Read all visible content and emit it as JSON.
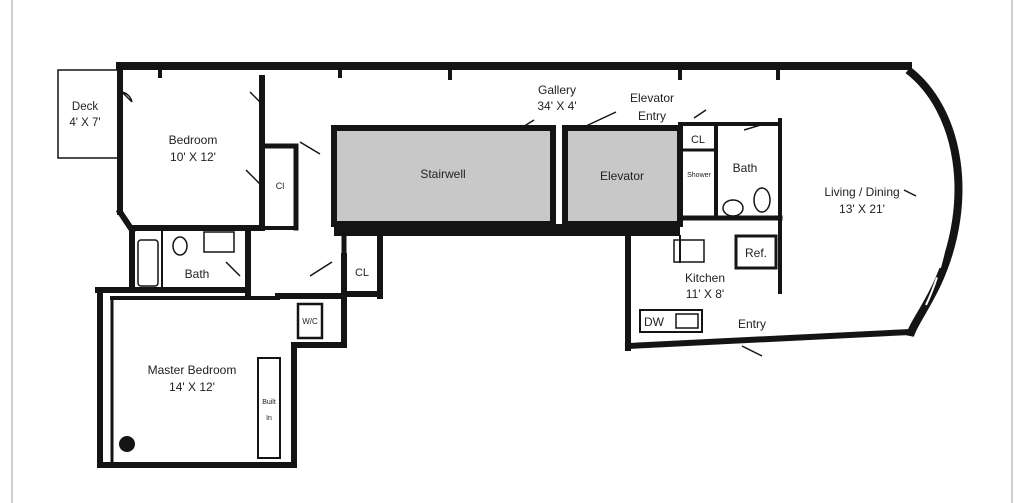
{
  "rooms": {
    "deck": {
      "name": "Deck",
      "dims": "4' X 7'"
    },
    "bedroom": {
      "name": "Bedroom",
      "dims": "10' X 12'"
    },
    "gallery": {
      "name": "Gallery",
      "dims": "34' X 4'"
    },
    "elevator_entry": {
      "line1": "Elevator",
      "line2": "Entry"
    },
    "stairwell": {
      "name": "Stairwell"
    },
    "elevator": {
      "name": "Elevator"
    },
    "bath_upper": {
      "name": "Bath"
    },
    "shower": {
      "name": "Shower"
    },
    "closet_upper": {
      "name": "CL"
    },
    "closet_bedroom": {
      "name": "Cl"
    },
    "closet_hall": {
      "name": "CL"
    },
    "living_dining": {
      "name": "Living / Dining",
      "dims": "13' X 21'"
    },
    "bath_lower": {
      "name": "Bath"
    },
    "kitchen": {
      "name": "Kitchen",
      "dims": "11' X 8'"
    },
    "refrigerator": {
      "name": "Ref."
    },
    "dishwasher": {
      "name": "DW"
    },
    "entry": {
      "name": "Entry"
    },
    "wic": {
      "name": "W/C"
    },
    "master_bedroom": {
      "name": "Master Bedroom",
      "dims": "14' X 12'"
    },
    "built_in": {
      "line1": "Built",
      "line2": "In"
    }
  },
  "colors": {
    "wall": "#141414",
    "fill_gray": "#c8c8c8",
    "frame": "#d0d0d0",
    "text": "#222222"
  }
}
